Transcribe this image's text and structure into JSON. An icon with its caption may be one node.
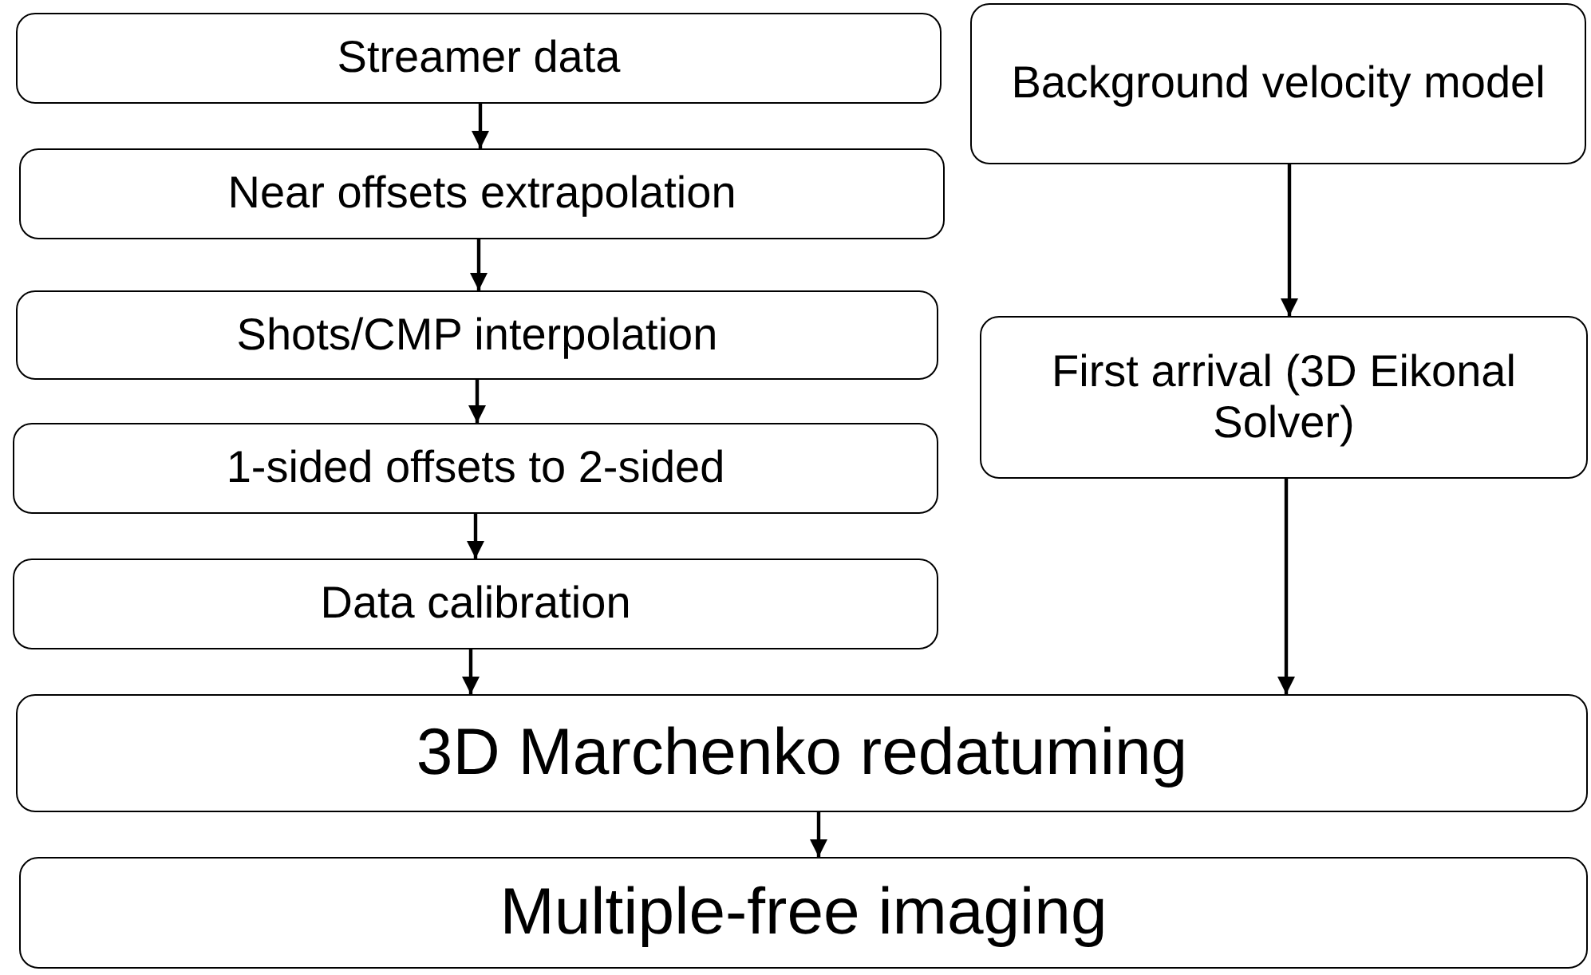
{
  "diagram": {
    "nodes": [
      {
        "text": [
          "Streamer data"
        ]
      },
      {
        "text": [
          "Near offsets extrapolation"
        ]
      },
      {
        "text": [
          "Shots/CMP interpolation"
        ]
      },
      {
        "text": [
          "1-sided offsets to 2-sided"
        ]
      },
      {
        "text": [
          "Data calibration"
        ]
      },
      {
        "text": [
          "Background velocity model"
        ]
      },
      {
        "text": [
          "First arrival (3D Eikonal Solver)"
        ]
      },
      {
        "text": [
          "3D Marchenko redatuming"
        ]
      },
      {
        "text": [
          "Multiple-free imaging"
        ]
      }
    ],
    "edges": [
      {
        "from": 0,
        "to": 1,
        "arrow": "to"
      },
      {
        "from": 1,
        "to": 2,
        "arrow": "to"
      },
      {
        "from": 2,
        "to": 3,
        "arrow": "to"
      },
      {
        "from": 3,
        "to": 4,
        "arrow": "to"
      },
      {
        "from": 4,
        "to": 7,
        "arrow": "to"
      },
      {
        "from": 5,
        "to": 6,
        "arrow": "to"
      },
      {
        "from": 6,
        "to": 7,
        "arrow": "to"
      },
      {
        "from": 7,
        "to": 8,
        "arrow": "to"
      }
    ]
  }
}
